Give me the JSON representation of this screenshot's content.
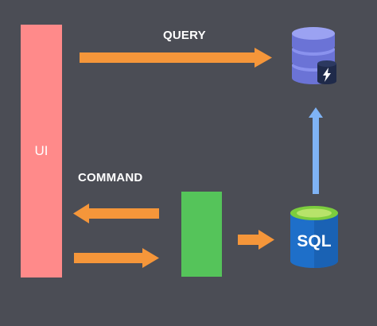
{
  "ui_label": "UI",
  "query_label": "QUERY",
  "command_label": "COMMAND",
  "sql_label": "SQL",
  "icons": {
    "cache": "database-stack-icon",
    "cache_badge": "lightning-bolt-icon",
    "sql": "sql-database-icon"
  },
  "colors": {
    "background": "#4b4d55",
    "ui": "#ff8a8a",
    "arrow": "#f5963a",
    "handler": "#55c45a",
    "sync_arrow": "#7fb3f5",
    "cache": "#7d86e6",
    "sql": "#1e6fc9"
  }
}
